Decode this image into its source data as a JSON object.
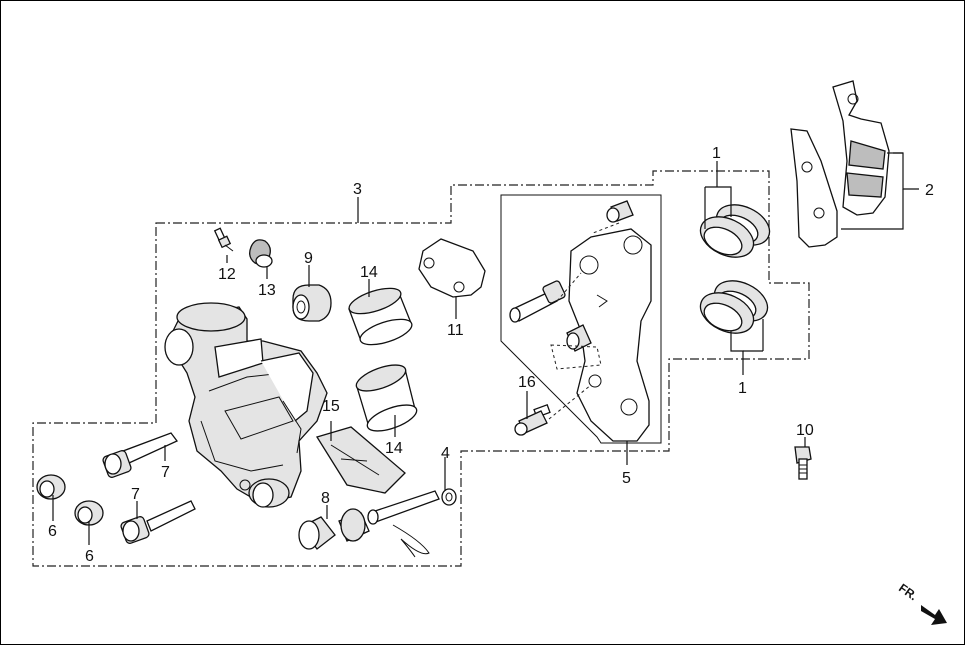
{
  "callouts": {
    "c1a": "1",
    "c1b": "1",
    "c2": "2",
    "c3": "3",
    "c4": "4",
    "c5": "5",
    "c6a": "6",
    "c6b": "6",
    "c7a": "7",
    "c7b": "7",
    "c8": "8",
    "c9": "9",
    "c10": "10",
    "c11": "11",
    "c12": "12",
    "c13": "13",
    "c14a": "14",
    "c14b": "14",
    "c15": "15",
    "c16": "16"
  },
  "direction_label": "FR."
}
